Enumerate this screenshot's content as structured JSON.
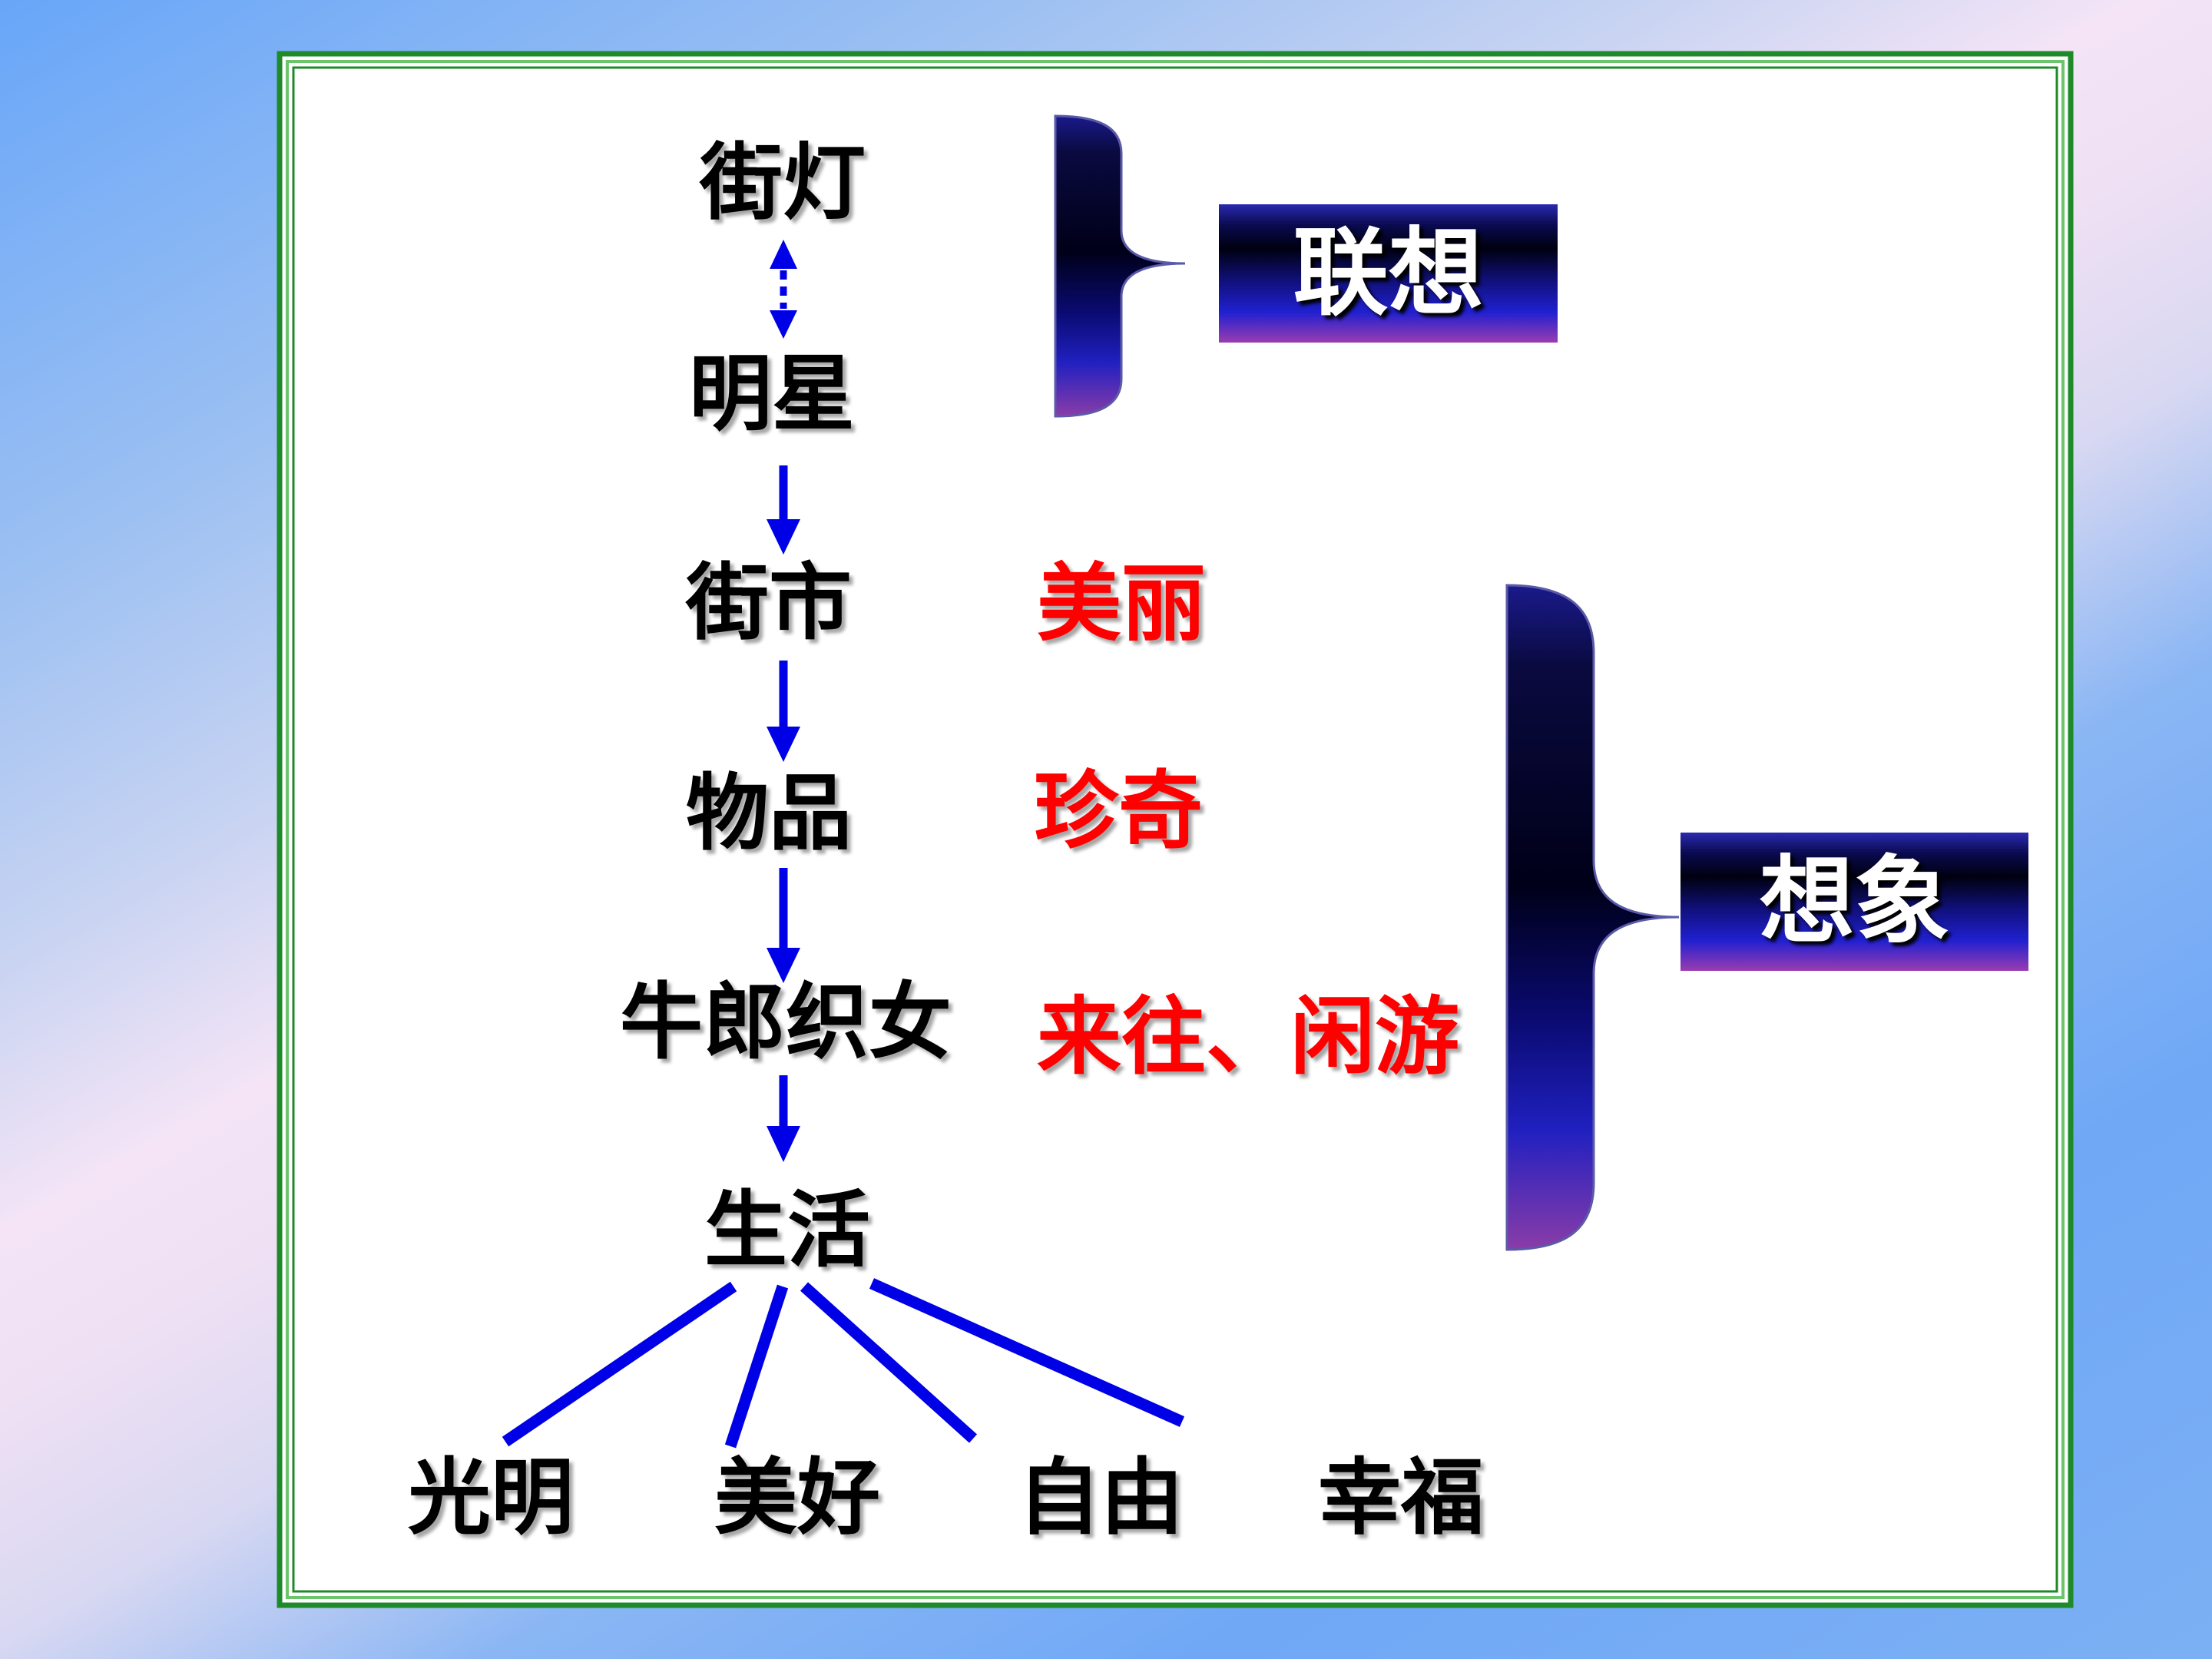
{
  "diagram": {
    "chain": [
      "街灯",
      "明星",
      "街市",
      "物品",
      "牛郎织女",
      "生活"
    ],
    "qualities": [
      "美丽",
      "珍奇",
      "来往、闲游"
    ],
    "meanings": [
      "光明",
      "美好",
      "自由",
      "幸福"
    ],
    "brace_labels": [
      "联想",
      "想象"
    ]
  },
  "colors": {
    "node_text": "#000000",
    "quality_text": "#ff0000",
    "arrow": "#0000e6",
    "frame": "#1f8a2a",
    "label_text": "#ffffff"
  }
}
